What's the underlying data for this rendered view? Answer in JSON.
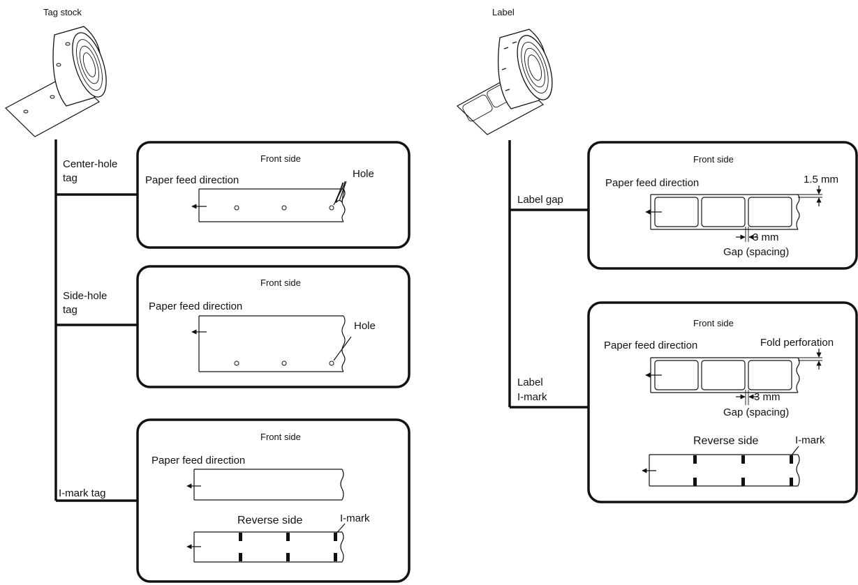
{
  "left": {
    "title": "Tag stock",
    "center_hole": {
      "label_line1": "Center-hole",
      "label_line2": "tag",
      "front": "Front side",
      "feed": "Paper feed direction",
      "hole": "Hole"
    },
    "side_hole": {
      "label_line1": "Side-hole",
      "label_line2": "tag",
      "front": "Front side",
      "feed": "Paper feed direction",
      "hole": "Hole"
    },
    "imark": {
      "label": "I-mark tag",
      "front": "Front side",
      "feed": "Paper feed direction",
      "reverse": "Reverse side",
      "mark": "I-mark"
    }
  },
  "right": {
    "title": "Label",
    "gap": {
      "label": "Label gap",
      "front": "Front side",
      "feed": "Paper feed direction",
      "dim_top": "1.5 mm",
      "dim_gap": "3 mm",
      "gap_caption": "Gap (spacing)"
    },
    "imark": {
      "label_line1": "Label",
      "label_line2": "I-mark",
      "front": "Front side",
      "feed": "Paper feed direction",
      "fold": "Fold perforation",
      "dim_gap": "3 mm",
      "gap_caption": "Gap (spacing)",
      "reverse": "Reverse side",
      "mark": "I-mark"
    }
  }
}
